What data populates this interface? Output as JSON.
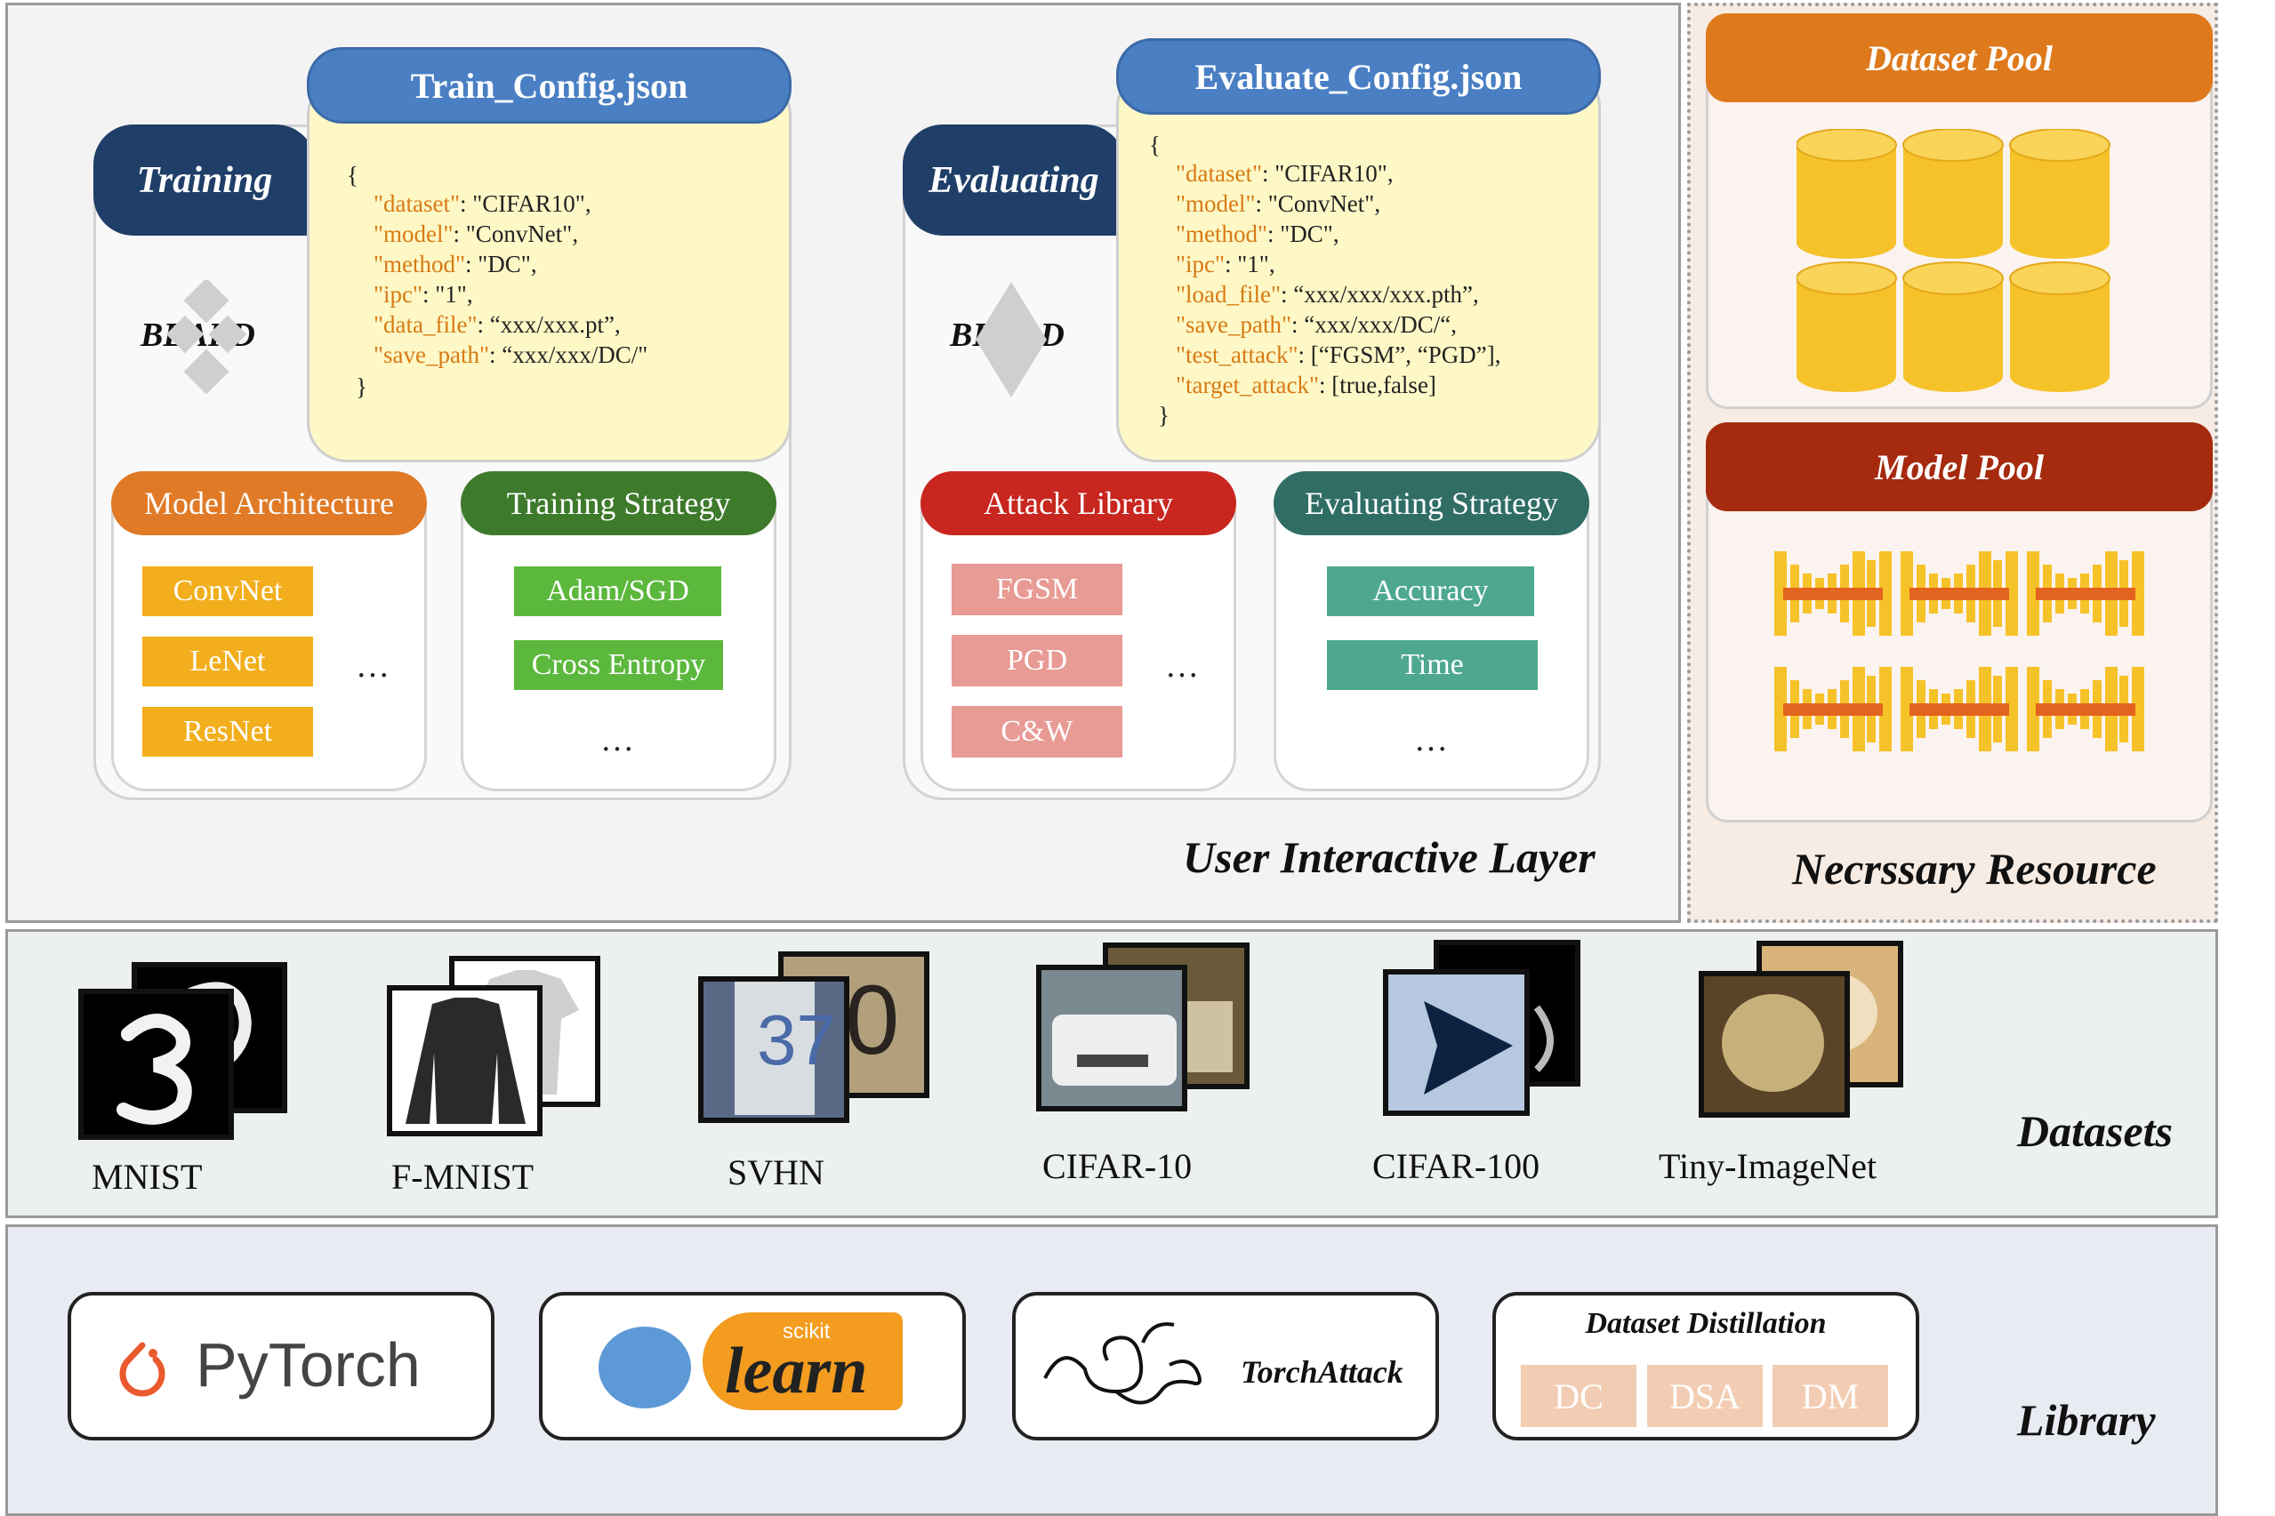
{
  "user_layer": {
    "title": "User Interactive Layer",
    "training": {
      "tab": "Training",
      "logo": "BEARD",
      "config_title": "Train_Config.json",
      "config_open": "{",
      "config_close": "}",
      "config_lines": [
        {
          "key": "\"dataset\"",
          "value": ": \"CIFAR10\","
        },
        {
          "key": "\"model\"",
          "value": ": \"ConvNet\","
        },
        {
          "key": "\"method\"",
          "value": ": \"DC\","
        },
        {
          "key": "\"ipc\"",
          "value": ": \"1\","
        },
        {
          "key": "\"data_file\"",
          "value": ": “xxx/xxx.pt”,"
        },
        {
          "key": "\"save_path\"",
          "value": ": “xxx/xxx/DC/\""
        }
      ],
      "model_arch": {
        "title": "Model Architecture",
        "items": [
          "ConvNet",
          "LeNet",
          "ResNet"
        ],
        "more": "…",
        "head_color": "#e07a26",
        "chip_color": "#f2ae1c"
      },
      "training_strategy": {
        "title": "Training Strategy",
        "items": [
          "Adam/SGD",
          "Cross Entropy"
        ],
        "more": "…",
        "head_color": "#3d7a2b",
        "chip_color": "#5cb83d"
      }
    },
    "evaluating": {
      "tab": "Evaluating",
      "logo": "BEARD",
      "config_title": "Evaluate_Config.json",
      "config_open": "{",
      "config_close": "}",
      "config_lines": [
        {
          "key": "\"dataset\"",
          "value": ": \"CIFAR10\","
        },
        {
          "key": "\"model\"",
          "value": ": \"ConvNet\","
        },
        {
          "key": "\"method\"",
          "value": ": \"DC\","
        },
        {
          "key": "\"ipc\"",
          "value": ": \"1\","
        },
        {
          "key": "\"load_file\"",
          "value": ": “xxx/xxx/xxx.pth”,"
        },
        {
          "key": "\"save_path\"",
          "value": ": “xxx/xxx/DC/“,"
        },
        {
          "key": "\"test_attack\"",
          "value": ": [“FGSM”, “PGD”],"
        },
        {
          "key": "\"target_attack\"",
          "value": ": [true,false]"
        }
      ],
      "attack_library": {
        "title": "Attack Library",
        "items": [
          "FGSM",
          "PGD",
          "C&W"
        ],
        "more": "…",
        "head_color": "#c8261e",
        "chip_color": "#e89a94"
      },
      "evaluating_strategy": {
        "title": "Evaluating Strategy",
        "items": [
          "Accuracy",
          "Time"
        ],
        "more": "…",
        "head_color": "#2f6d65",
        "chip_color": "#4ea88f"
      }
    }
  },
  "resources": {
    "title": "Necrssary Resource",
    "dataset_pool": {
      "title": "Dataset Pool",
      "head_color": "#de7a1c",
      "icon": "database-cylinder-icon"
    },
    "model_pool": {
      "title": "Model Pool",
      "head_color": "#a52a0e",
      "icon": "neural-network-icon"
    }
  },
  "datasets": {
    "title": "Datasets",
    "items": [
      "MNIST",
      "F-MNIST",
      "SVHN",
      "CIFAR-10",
      "CIFAR-100",
      "Tiny-ImageNet"
    ]
  },
  "library": {
    "title": "Library",
    "pytorch": "PyTorch",
    "sklearn_small": "scikit",
    "sklearn_big": "learn",
    "torchattack": "TorchAttack",
    "distillation": {
      "title": "Dataset Distillation",
      "items": [
        "DC",
        "DSA",
        "DM"
      ]
    }
  }
}
